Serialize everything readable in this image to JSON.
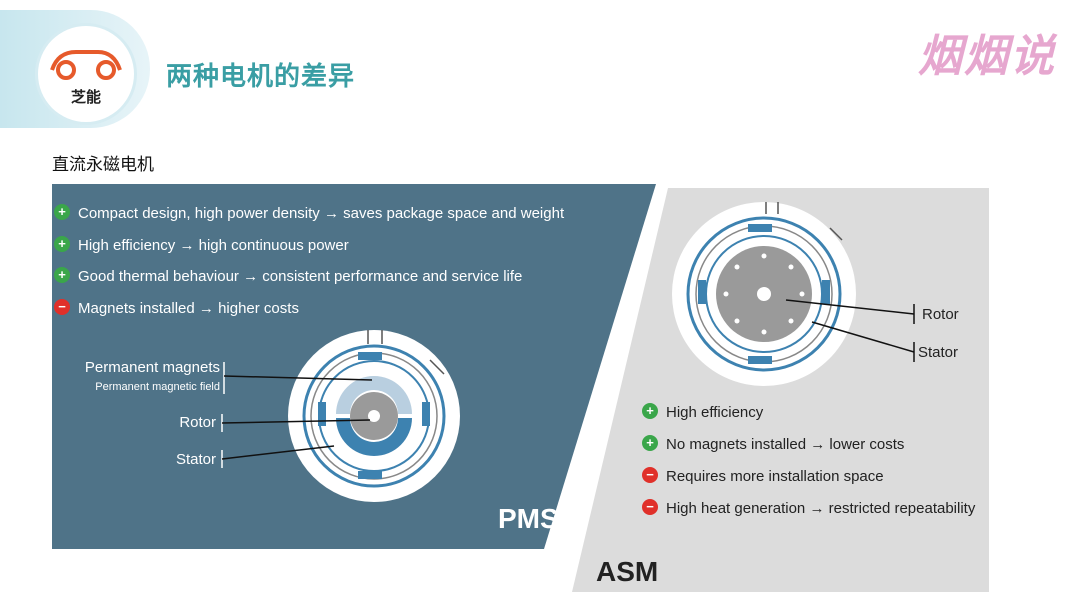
{
  "header": {
    "logo_text": "芝能",
    "title": "两种电机的差异",
    "brand_mark": "烟烟说"
  },
  "subtitle": "直流永磁电机",
  "pmsm": {
    "name": "PMSM",
    "points": [
      {
        "sign": "+",
        "text": "Compact design, high power density → saves package space and weight"
      },
      {
        "sign": "+",
        "text": "High efficiency → high continuous power"
      },
      {
        "sign": "+",
        "text": "Good thermal behaviour → consistent performance and service life"
      },
      {
        "sign": "-",
        "text": "Magnets installed → higher costs"
      }
    ],
    "labels": {
      "magnets": "Permanent magnets",
      "magnetic_field": "Permanent magnetic field",
      "rotor": "Rotor",
      "stator": "Stator"
    }
  },
  "asm": {
    "name": "ASM",
    "labels": {
      "rotor": "Rotor",
      "stator": "Stator"
    },
    "points": [
      {
        "sign": "+",
        "text": "High efficiency"
      },
      {
        "sign": "+",
        "text": "No magnets installed → lower costs"
      },
      {
        "sign": "-",
        "text": "Requires more installation space"
      },
      {
        "sign": "-",
        "text": "High heat generation → restricted repeatability"
      }
    ]
  },
  "colors": {
    "pmsm_bg": "#4f7388",
    "asm_bg": "#dcdcdc",
    "plus": "#3aa64a",
    "minus": "#e0302a",
    "coil": "#3d82b0",
    "title": "#3a9ea4"
  }
}
